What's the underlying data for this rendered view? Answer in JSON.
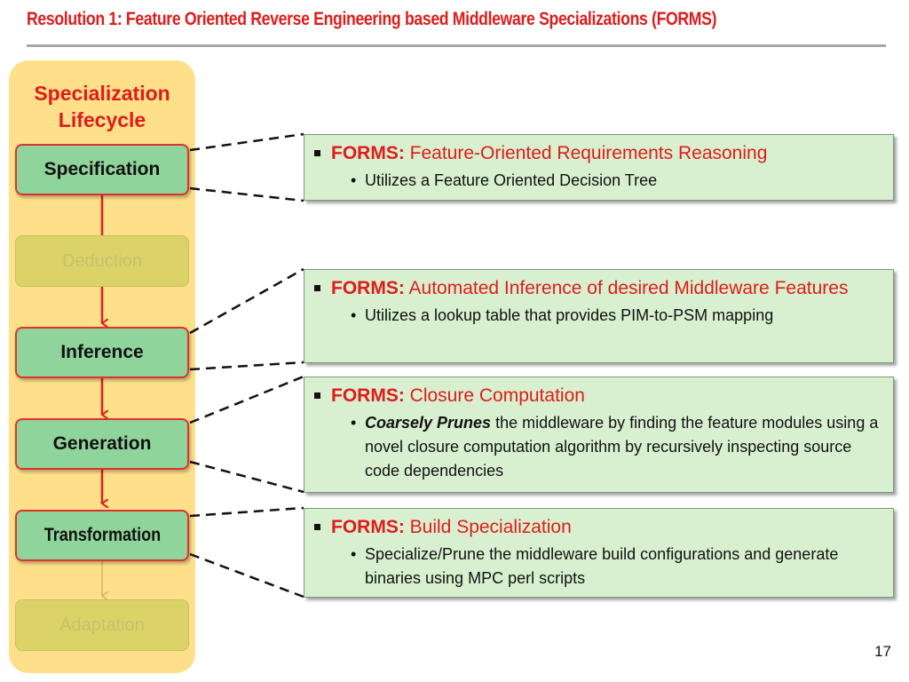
{
  "slide": {
    "title_prefix": "Resolution 1:",
    "title_rest": " Feature Oriented Reverse Engineering based Middleware Specializations (FORMS)",
    "page_number": "17"
  },
  "lifecycle": {
    "title_line1": "Specialization",
    "title_line2": "Lifecycle",
    "stages": [
      {
        "label": "Specification",
        "state": "active"
      },
      {
        "label": "Deduction",
        "state": "inactive"
      },
      {
        "label": "Inference",
        "state": "active"
      },
      {
        "label": "Generation",
        "state": "active"
      },
      {
        "label": "Transformation",
        "state": "active"
      },
      {
        "label": "Adaptation",
        "state": "inactive"
      }
    ]
  },
  "boxes": [
    {
      "label": "FORMS:",
      "heading": " Feature-Oriented Requirements Reasoning",
      "sub_emph": "",
      "sub_text": "Utilizes a Feature Oriented Decision Tree"
    },
    {
      "label": "FORMS:",
      "heading": " Automated Inference of desired Middleware Features",
      "sub_emph": "",
      "sub_text": "Utilizes a lookup table that provides PIM-to-PSM mapping"
    },
    {
      "label": "FORMS:",
      "heading": " Closure Computation",
      "sub_emph": "Coarsely Prunes",
      "sub_text": " the middleware by finding the feature modules using a novel closure computation algorithm by recursively inspecting source code dependencies"
    },
    {
      "label": "FORMS:",
      "heading": " Build  Specialization",
      "sub_emph": "",
      "sub_text": "Specialize/Prune the middleware build configurations and generate binaries using MPC perl scripts"
    }
  ],
  "bullets": {
    "square": "▪",
    "dot": "•"
  },
  "colors": {
    "title_red": "#e01b1b",
    "lifecycle_bg": "#fde089",
    "active_stage": "#8fd49a",
    "inactive_stage": "#dcd368",
    "box_bg": "#d8f0cf"
  }
}
